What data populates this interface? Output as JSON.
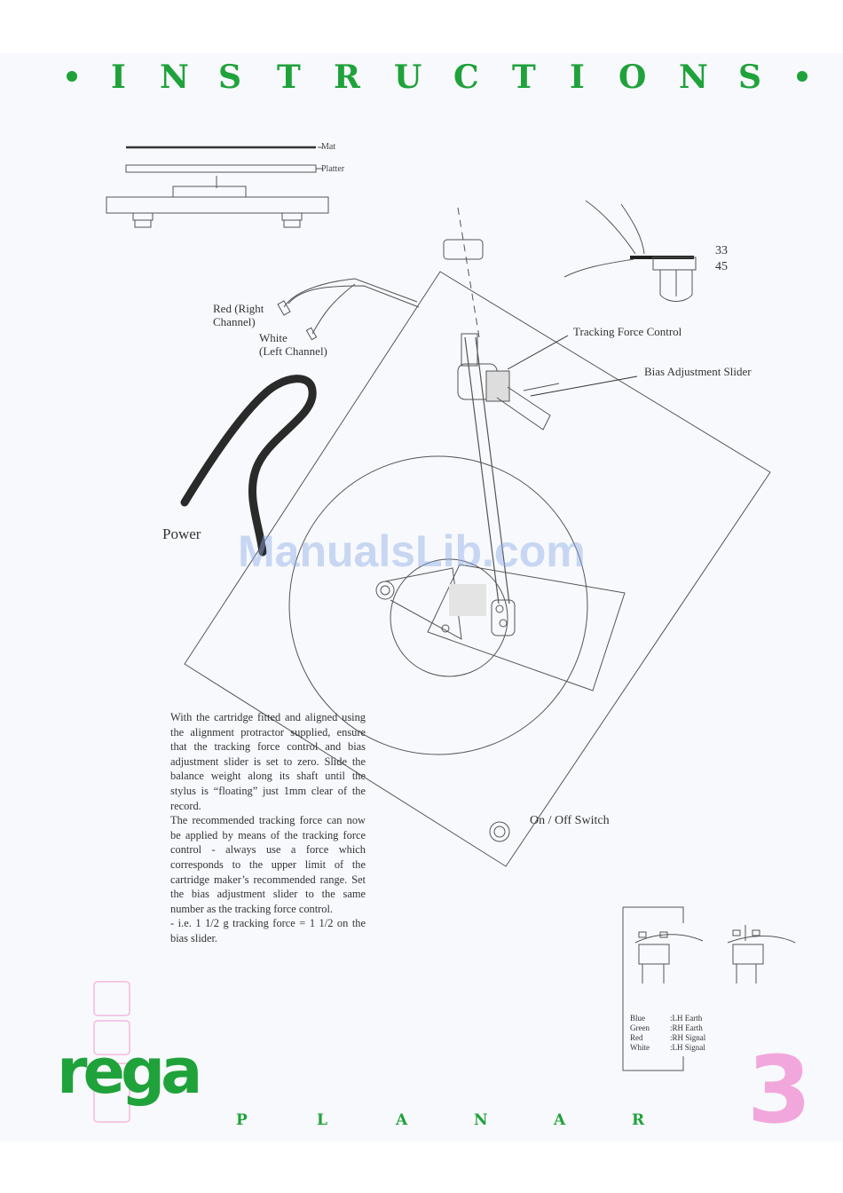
{
  "title": {
    "letters": [
      "I",
      "N",
      "S",
      "T",
      "R",
      "U",
      "C",
      "T",
      "I",
      "O",
      "N",
      "S"
    ]
  },
  "exploded_labels": {
    "mat": "Mat",
    "platter": "Platter"
  },
  "speed": {
    "s33": "33",
    "s45": "45"
  },
  "leads": {
    "red_line1": "Red (Right",
    "red_line2": "Channel)",
    "white_line1": "White",
    "white_line2": "(Left Channel)"
  },
  "callouts": {
    "tracking_force": "Tracking Force Control",
    "bias": "Bias Adjustment Slider",
    "power": "Power",
    "switch": "On / Off Switch"
  },
  "watermark": "ManualsLib.com",
  "instructions": {
    "para1": "With the cartridge fitted and aligned using the alignment protractor supplied, ensure that the tracking force control and bias adjustment slider is set to zero. Slide the balance weight along its shaft until the stylus is “floating” just 1mm clear of the record.",
    "para2": "The recommended tracking force can now be applied by means of the tracking force control - always use a force which corresponds to the upper limit of the cartridge maker’s recommended range. Set the bias adjustment slider to the same number as the tracking force control.",
    "para3": " - i.e. 1 1/2 g tracking force = 1 1/2 on the bias slider."
  },
  "wiring": [
    {
      "color": "Blue",
      "pin": ":LH Earth"
    },
    {
      "color": "Green",
      "pin": ":RH Earth"
    },
    {
      "color": "Red",
      "pin": ":RH Signal"
    },
    {
      "color": "White",
      "pin": ":LH Signal"
    }
  ],
  "logo": "rega",
  "footer": {
    "letters": [
      "P",
      "L",
      "A",
      "N",
      "A",
      "R"
    ],
    "page_number": "3"
  },
  "colors": {
    "brand_green": "#1fa23a",
    "page_pink": "#f2a7dc"
  }
}
